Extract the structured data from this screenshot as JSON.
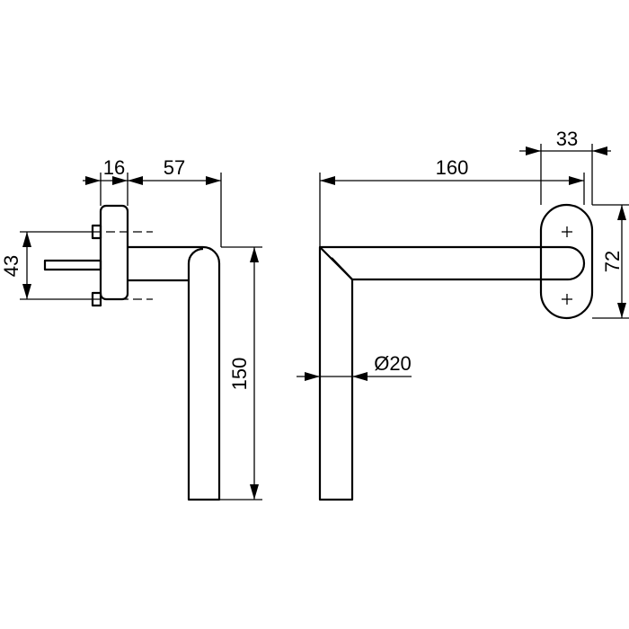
{
  "dimensions": {
    "rose_thickness": "16",
    "projection": "57",
    "handle_length": "150",
    "spindle_spacing": "43",
    "lever_length": "160",
    "rose_width": "33",
    "rose_height": "72",
    "grip_diameter": "Ø20"
  },
  "colors": {
    "line": "#000000",
    "background": "#ffffff"
  }
}
